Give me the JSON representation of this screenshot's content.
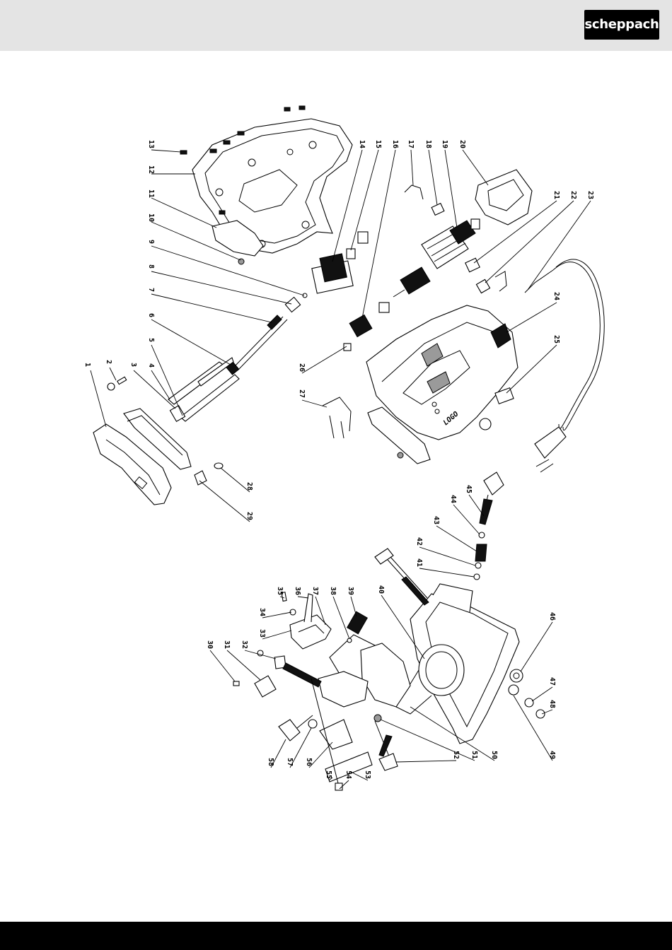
{
  "header": {
    "brand": "scheppach"
  },
  "diagram": {
    "part_numbers": [
      "1",
      "2",
      "3",
      "4",
      "5",
      "6",
      "7",
      "8",
      "9",
      "10",
      "11",
      "12",
      "13",
      "14",
      "15",
      "16",
      "17",
      "18",
      "19",
      "20",
      "21",
      "22",
      "23",
      "24",
      "25",
      "26",
      "27",
      "28",
      "29",
      "30",
      "31",
      "32",
      "33",
      "34",
      "35",
      "36",
      "37",
      "38",
      "39",
      "40",
      "41",
      "42",
      "43",
      "44",
      "45",
      "46",
      "47",
      "48",
      "49",
      "50",
      "51",
      "52",
      "53",
      "54",
      "55",
      "56",
      "57",
      "58"
    ],
    "casing_text": "LOGO",
    "colors": {
      "header_bg": "#e4e4e4",
      "footer_bg": "#000000",
      "line": "#000000"
    }
  }
}
